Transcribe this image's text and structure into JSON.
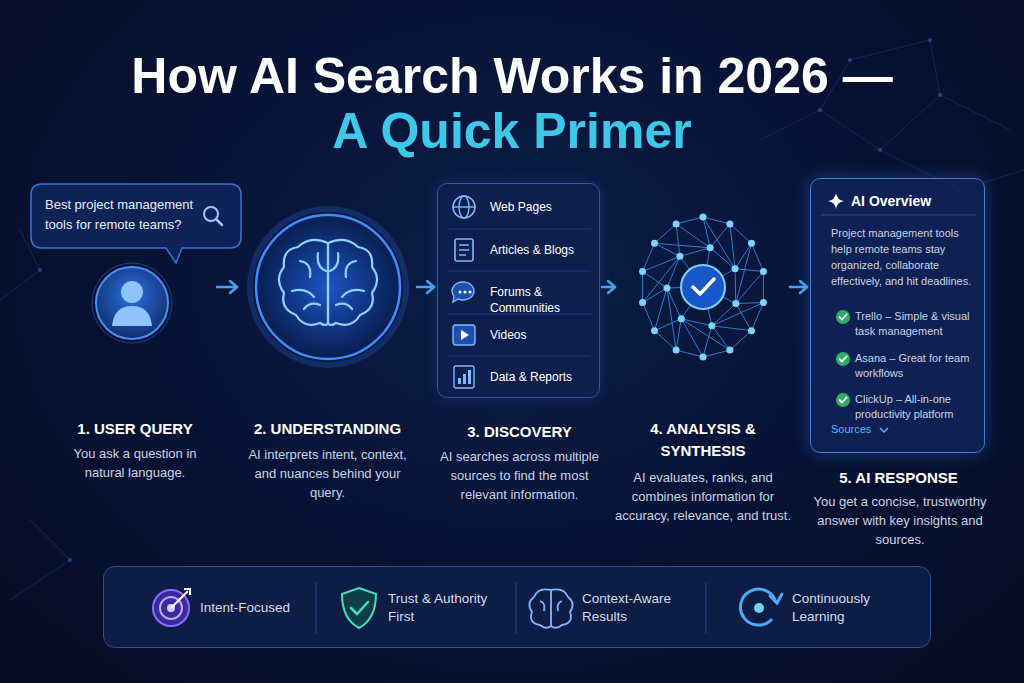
{
  "diagram": {
    "title": "How AI Search Works in 2026 —",
    "nodes": [
      {
        "text": [
          "Best project management tools for remote teams?"
        ]
      },
      {
        "text": [
          "1. USER QUERY",
          "You ask a question in natural language."
        ]
      },
      {
        "text": [
          "2. UNDERSTANDING",
          "AI interprets intent, context, and nuances behind your query."
        ]
      },
      {
        "text": [
          "Web Pages",
          "Articles & Blogs",
          "Forums & Communities",
          "Videos",
          "Data & Reports",
          "3. DISCOVERY",
          "AI searches across multiple sources to find the most relevant information."
        ]
      },
      {
        "text": [
          "4. ANALYSIS & SYNTHESIS",
          "AI evaluates, ranks, and combines information for accuracy, relevance, and trust."
        ]
      },
      {
        "text": [
          "AI Overview",
          "Project management tools help remote teams stay organized, collaborate effectively, and hit deadlines.",
          "Trello – Simple & visual task management",
          "Asana – Great for team workflows",
          "ClickUp – All-in-one productivity platform",
          "Sources",
          "5. AI RESPONSE",
          "You get a concise, trustworthy answer with key insights and sources."
        ]
      },
      {
        "text": [
          "Intent-Focused",
          "Trust & Authority First",
          "Context-Aware Results",
          "Continuously Learning"
        ]
      }
    ],
    "edges": [
      {
        "from": 1,
        "to": 2,
        "arrow": "to"
      },
      {
        "from": 2,
        "to": 3,
        "arrow": "to"
      },
      {
        "from": 3,
        "to": 4,
        "arrow": "to"
      },
      {
        "from": 4,
        "to": 5,
        "arrow": "to"
      }
    ],
    "labels": [
      "A Quick Primer"
    ]
  }
}
